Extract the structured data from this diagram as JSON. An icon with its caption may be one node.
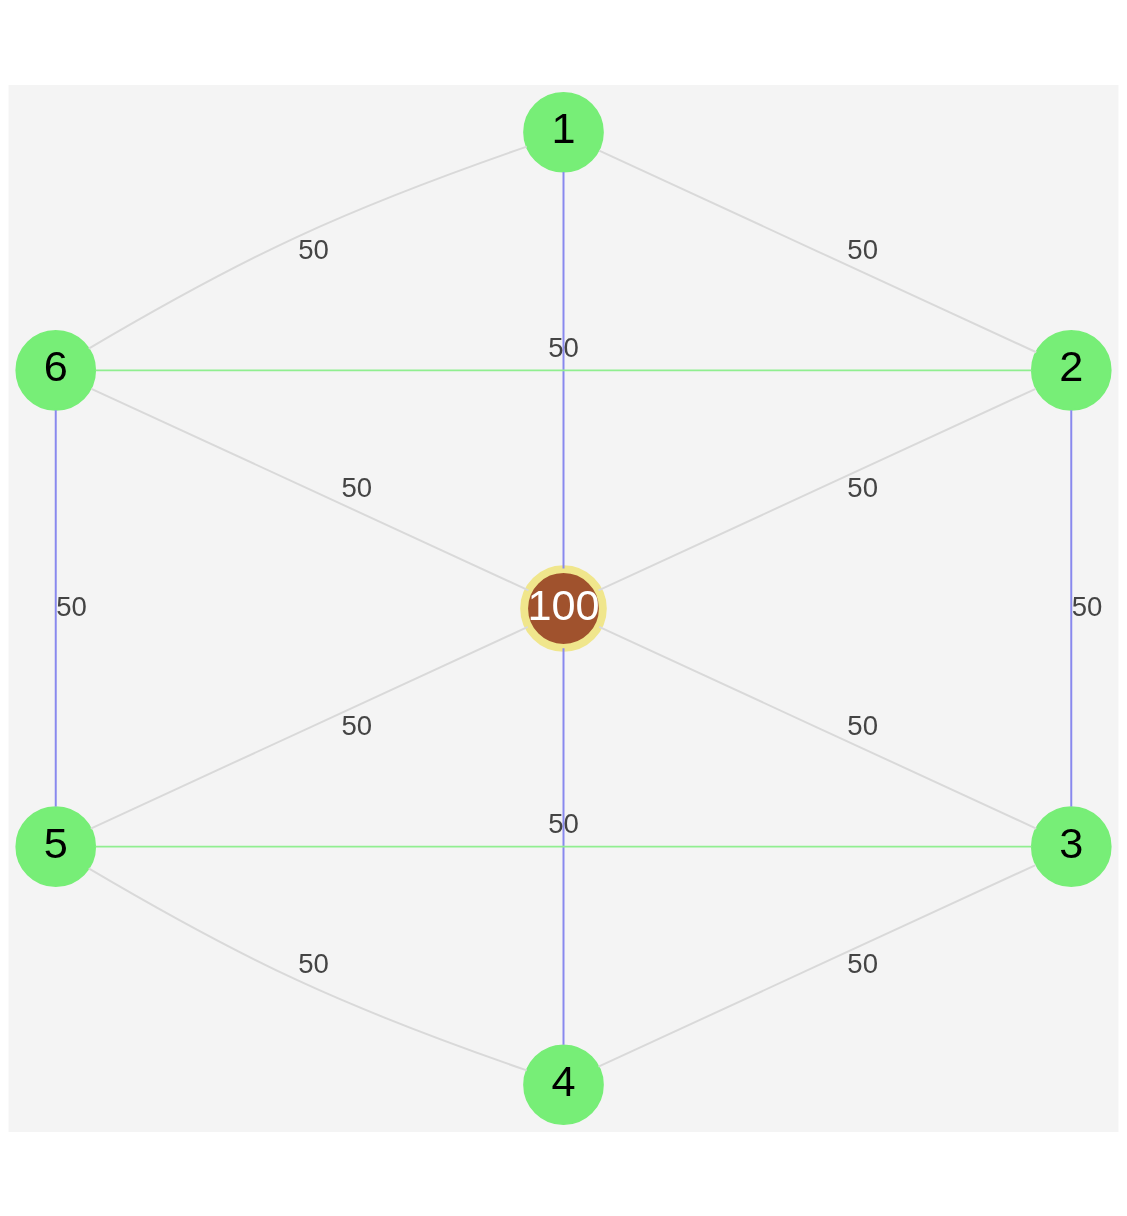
{
  "diagram": {
    "nodes": [
      {
        "text": [
          "1"
        ]
      },
      {
        "text": [
          "6"
        ]
      },
      {
        "text": [
          "2"
        ]
      },
      {
        "text": [
          "100"
        ]
      },
      {
        "text": [
          "5"
        ]
      },
      {
        "text": [
          "3"
        ]
      },
      {
        "text": [
          "4"
        ]
      }
    ],
    "edges": [
      {
        "from": 0,
        "to": 1,
        "arrow": "none",
        "label": "50"
      },
      {
        "from": 0,
        "to": 2,
        "arrow": "none",
        "label": "50"
      },
      {
        "from": 1,
        "to": 2,
        "arrow": "none",
        "label": "50",
        "color": "#90ee90"
      },
      {
        "from": 0,
        "to": 3,
        "arrow": "none",
        "color": "#8888ee"
      },
      {
        "from": 1,
        "to": 3,
        "arrow": "none",
        "label": "50"
      },
      {
        "from": 2,
        "to": 3,
        "arrow": "none",
        "label": "50"
      },
      {
        "from": 1,
        "to": 4,
        "arrow": "none",
        "label": "50",
        "color": "#8888ee"
      },
      {
        "from": 2,
        "to": 5,
        "arrow": "none",
        "label": "50",
        "color": "#8888ee"
      },
      {
        "from": 3,
        "to": 4,
        "arrow": "none",
        "label": "50"
      },
      {
        "from": 3,
        "to": 5,
        "arrow": "none",
        "label": "50"
      },
      {
        "from": 4,
        "to": 5,
        "arrow": "none",
        "label": "50",
        "color": "#90ee90"
      },
      {
        "from": 3,
        "to": 6,
        "arrow": "none",
        "color": "#8888ee"
      },
      {
        "from": 4,
        "to": 6,
        "arrow": "none",
        "label": "50"
      },
      {
        "from": 5,
        "to": 6,
        "arrow": "none",
        "label": "50"
      }
    ]
  }
}
